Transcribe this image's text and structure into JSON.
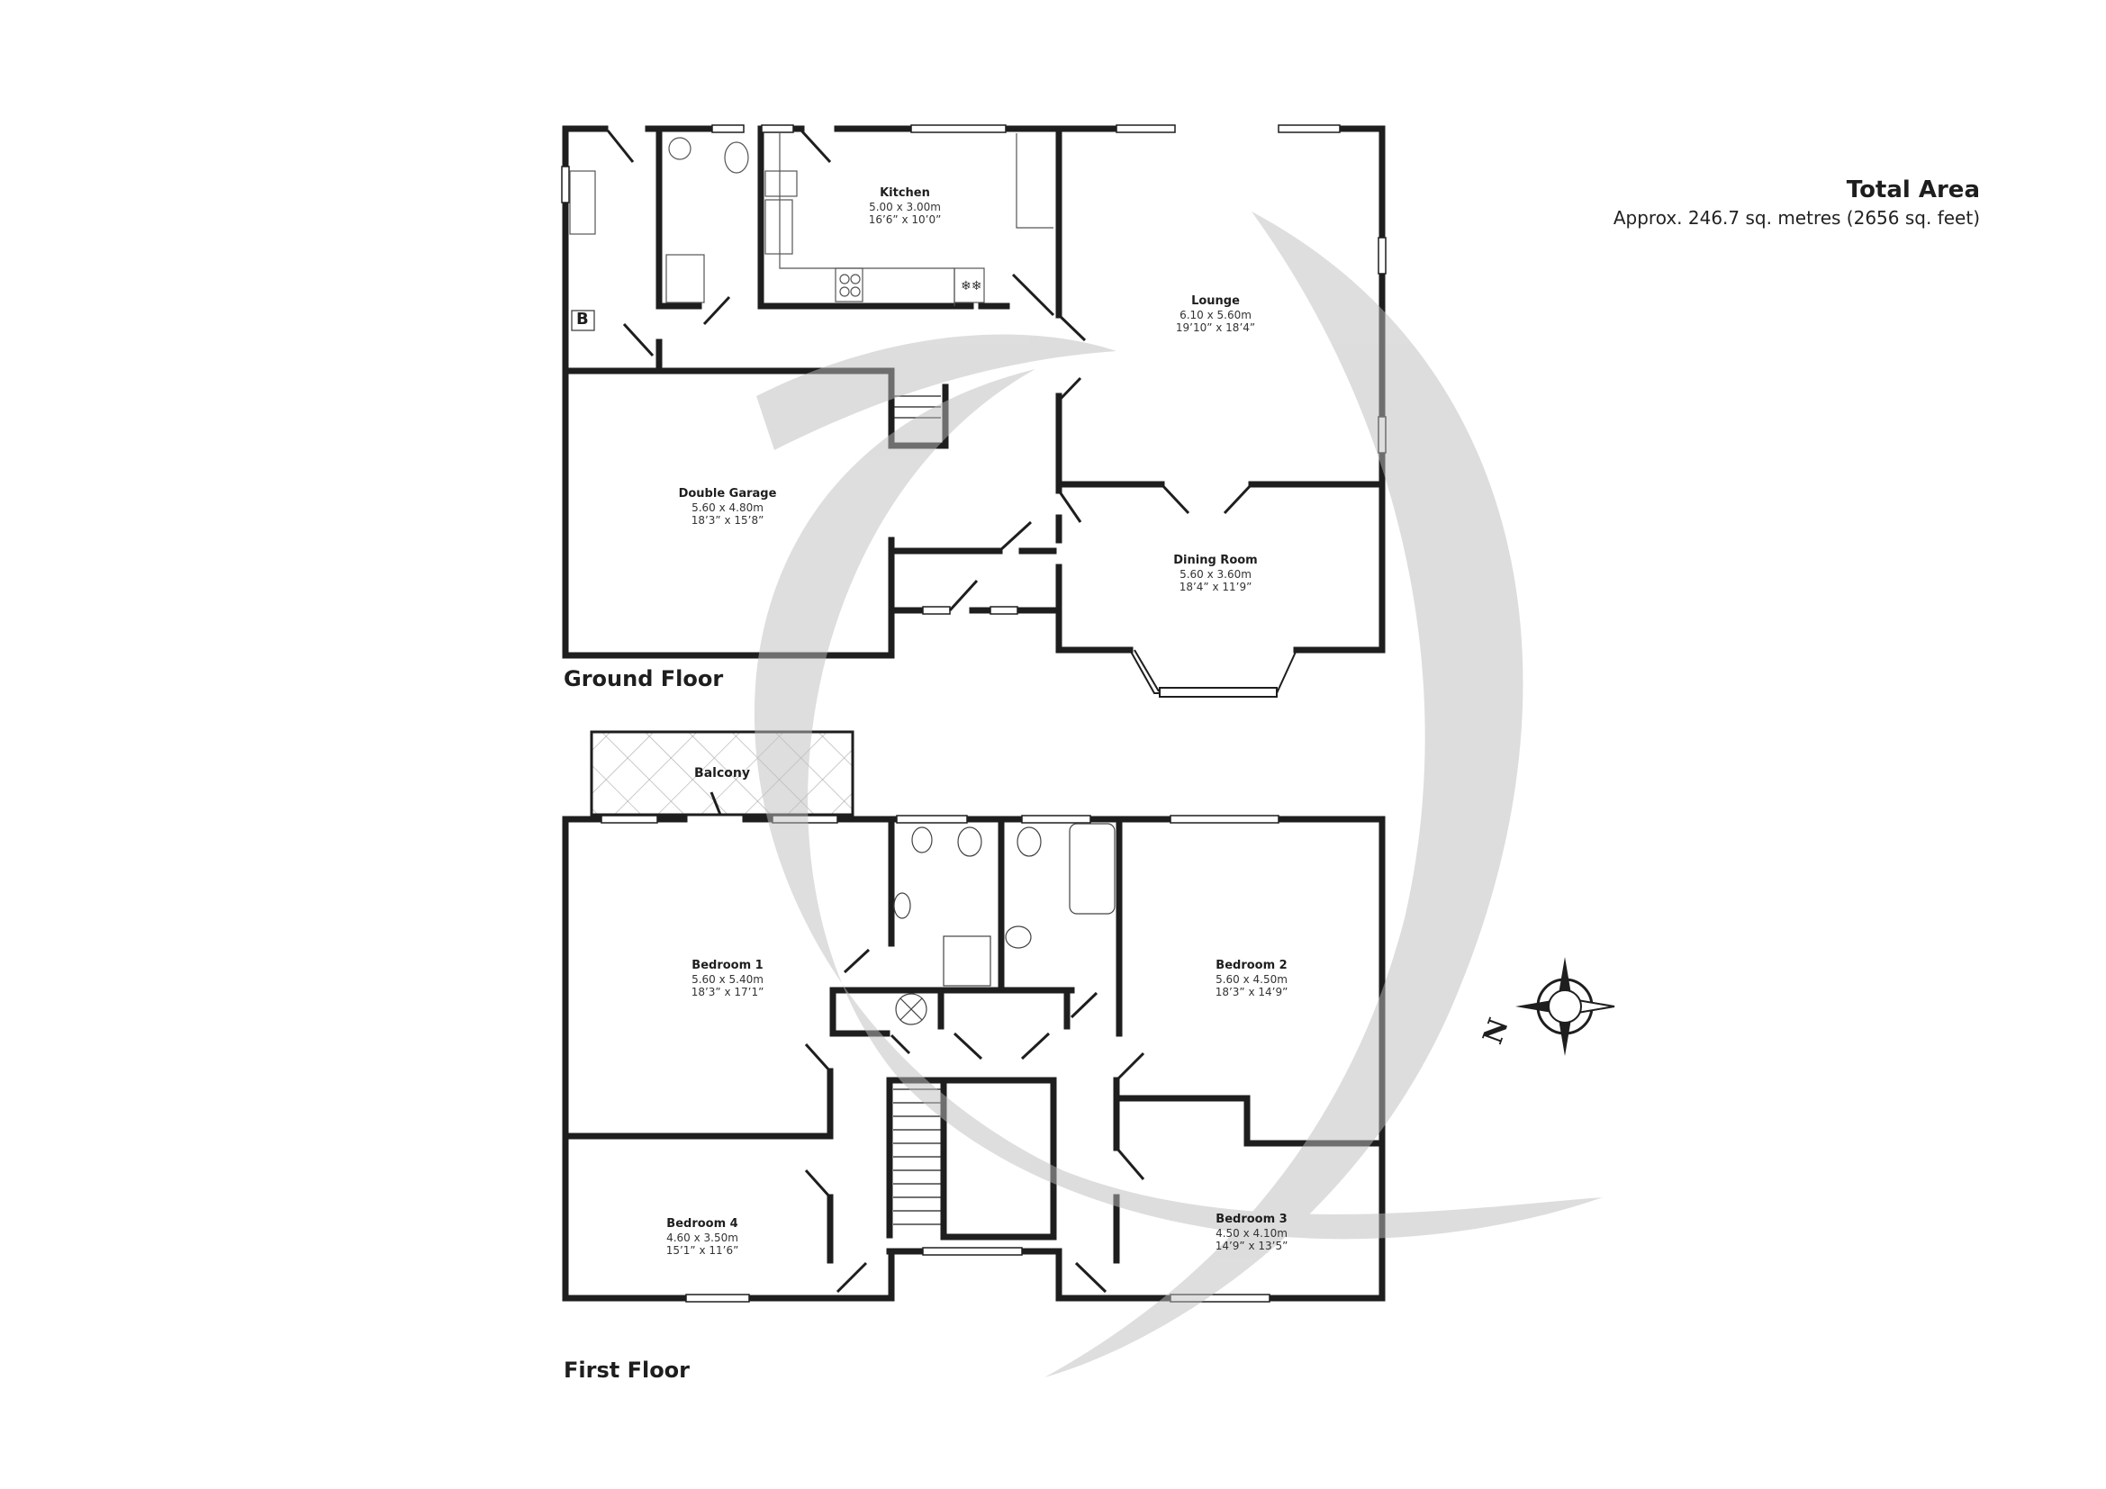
{
  "total_area": {
    "title": "Total Area",
    "approx": "Approx. 246.7 sq. metres (2656 sq. feet)"
  },
  "floors": [
    {
      "title": "Ground Floor",
      "rooms": [
        {
          "name": "Kitchen",
          "metric": "5.00 x 3.00m",
          "imperial": "16’6” x 10’0”"
        },
        {
          "name": "Lounge",
          "metric": "6.10 x 5.60m",
          "imperial": "19’10” x 18’4”"
        },
        {
          "name": "Double Garage",
          "metric": "5.60 x 4.80m",
          "imperial": "18’3” x 15’8”"
        },
        {
          "name": "Dining Room",
          "metric": "5.60 x 3.60m",
          "imperial": "18’4” x 11’9”"
        }
      ]
    },
    {
      "title": "First Floor",
      "rooms": [
        {
          "name": "Balcony"
        },
        {
          "name": "Bedroom 1",
          "metric": "5.60 x 5.40m",
          "imperial": "18’3” x 17’1”"
        },
        {
          "name": "Bedroom 2",
          "metric": "5.60 x 4.50m",
          "imperial": "18’3” x 14’9”"
        },
        {
          "name": "Bedroom 3",
          "metric": "4.50 x 4.10m",
          "imperial": "14’9” x 13’5”"
        },
        {
          "name": "Bedroom 4",
          "metric": "4.60 x 3.50m",
          "imperial": "15’1” x 11’6”"
        }
      ]
    }
  ],
  "compass": {
    "label": "N",
    "icon": "compass-rose-icon"
  },
  "fixtures": {
    "boiler_label": "B"
  },
  "colors": {
    "wall": "#1e1e1e",
    "watermark": "#dcdcdc",
    "background": "#ffffff"
  }
}
